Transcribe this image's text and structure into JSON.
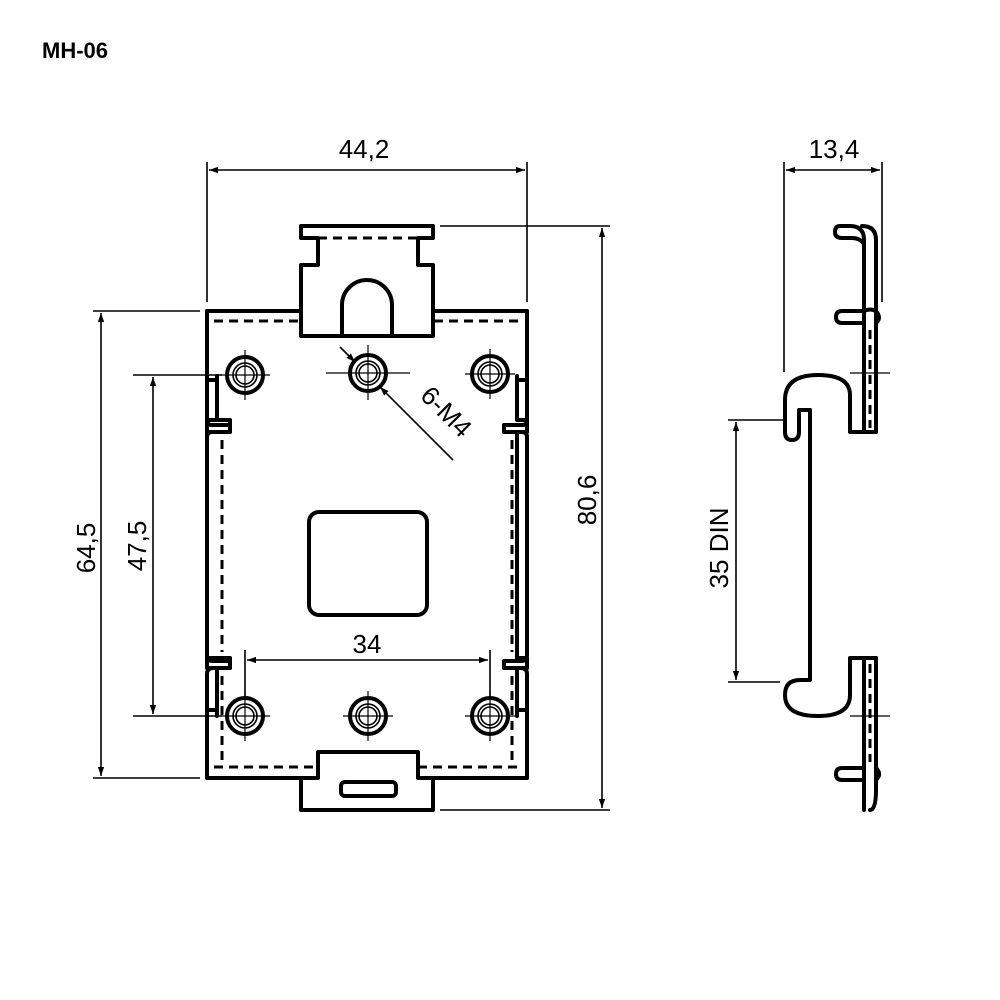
{
  "title": "MH-06",
  "dimensions": {
    "width_overall": "44,2",
    "height_overall": "80,6",
    "height_body": "64,5",
    "hole_spacing_vertical": "47,5",
    "hole_spacing_horizontal": "34",
    "holes_callout": "6-M4",
    "depth": "13,4",
    "rail": "35 DIN"
  },
  "colors": {
    "line": "#000000",
    "background": "#ffffff"
  }
}
